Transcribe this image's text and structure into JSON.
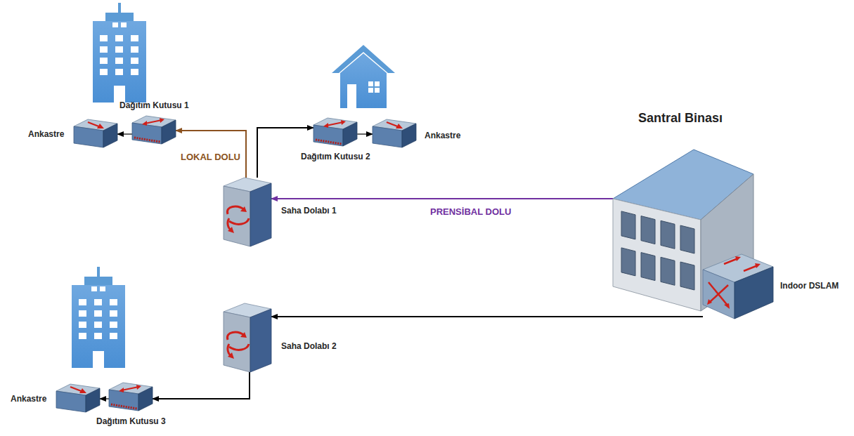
{
  "diagram": {
    "nodes": [
      {
        "text": [
          "Dağıtım Kutusu 1"
        ]
      },
      {
        "text": [
          "Ankastre"
        ]
      },
      {
        "text": [
          "Dağıtım Kutusu 2"
        ]
      },
      {
        "text": [
          "Ankastre"
        ]
      },
      {
        "text": [
          "Santral Binası"
        ]
      },
      {
        "text": [
          "Saha Dolabı 1"
        ]
      },
      {
        "text": [
          "Indoor DSLAM"
        ]
      },
      {
        "text": [
          "Saha Dolabı 2"
        ]
      },
      {
        "text": [
          "Dağıtım Kutusu 3"
        ]
      },
      {
        "text": [
          "Ankastre"
        ]
      }
    ],
    "edges": [
      {
        "from": 5,
        "to": 0,
        "arrow": "to",
        "label": "LOKAL DOLU"
      },
      {
        "from": 5,
        "to": 2,
        "arrow": "to"
      },
      {
        "from": 0,
        "to": 1,
        "arrow": "to"
      },
      {
        "from": 2,
        "to": 3,
        "arrow": "to"
      },
      {
        "from": 4,
        "to": 5,
        "arrow": "to",
        "label": "PRENSİBAL DOLU"
      },
      {
        "from": 6,
        "to": 7,
        "arrow": "to"
      },
      {
        "from": 7,
        "to": 8,
        "arrow": "to"
      },
      {
        "from": 8,
        "to": 9,
        "arrow": "to"
      }
    ]
  }
}
